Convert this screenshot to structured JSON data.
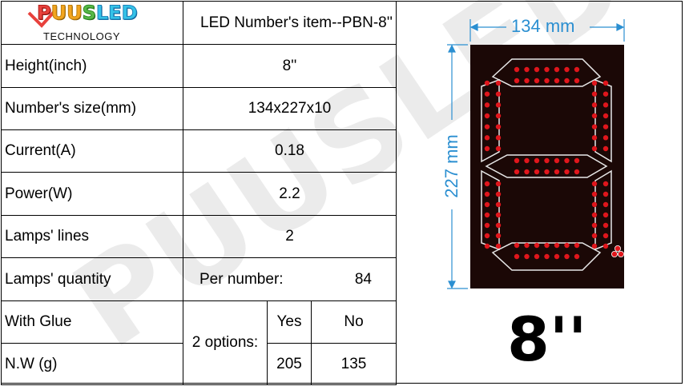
{
  "logo": {
    "brand": "PUUSLED",
    "subtitle": "TECHNOLOGY"
  },
  "title": "LED Number's item--PBN-8''",
  "specs": [
    {
      "label": "Height(inch)",
      "value": "8''"
    },
    {
      "label": "Number's size(mm)",
      "value": "134x227x10"
    },
    {
      "label": "Current(A)",
      "value": "0.18"
    },
    {
      "label": "Power(W)",
      "value": "2.2"
    },
    {
      "label": "Lamps' lines",
      "value": "2"
    }
  ],
  "lamps_quantity": {
    "label": "Lamps' quantity",
    "sub": "Per number:",
    "value": "84"
  },
  "glue": {
    "label": "With Glue",
    "options_label": "2 options:",
    "yes": "Yes",
    "no": "No"
  },
  "weight": {
    "label": "N.W (g)",
    "yes_value": "205",
    "no_value": "135"
  },
  "dimensions": {
    "width": "134 mm",
    "height": "227 mm"
  },
  "big_label": "8''",
  "watermark": "PUUSLED",
  "colors": {
    "led": "#e0161c",
    "panel": "#1b0806",
    "dimension": "#2b8fd1",
    "watermark": "#e6e6e6"
  }
}
